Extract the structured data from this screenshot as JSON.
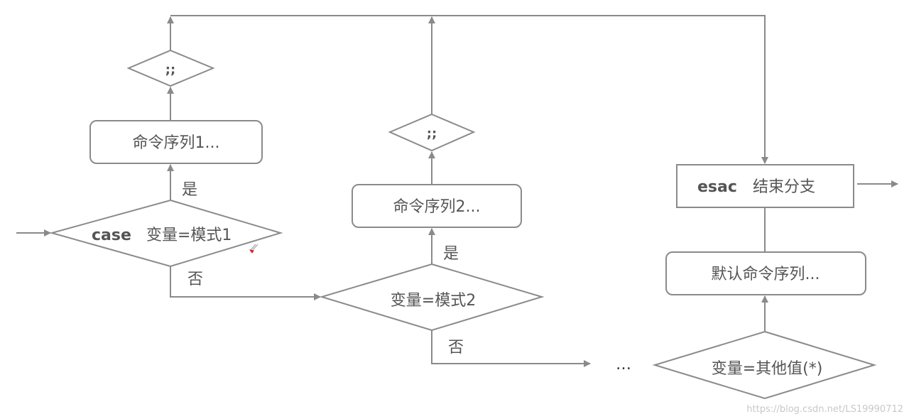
{
  "colors": {
    "line": "#8a8a8a",
    "text": "#555555"
  },
  "loop_end_top": ";;",
  "loop_end_mid": ";;",
  "cmd_seq_1": "命令序列1...",
  "cmd_seq_2": "命令序列2...",
  "case_keyword": "case",
  "case_condition": "变量=模式1",
  "condition_2": "变量=模式2",
  "yes_1": "是",
  "no_1": "否",
  "yes_2": "是",
  "no_2": "否",
  "ellipsis": "…",
  "condition_default": "变量=其他值(*)",
  "default_cmd_seq": "默认命令序列...",
  "esac_keyword": "esac",
  "esac_label": "结束分支",
  "watermark": "https://blog.csdn.net/LS19990712"
}
